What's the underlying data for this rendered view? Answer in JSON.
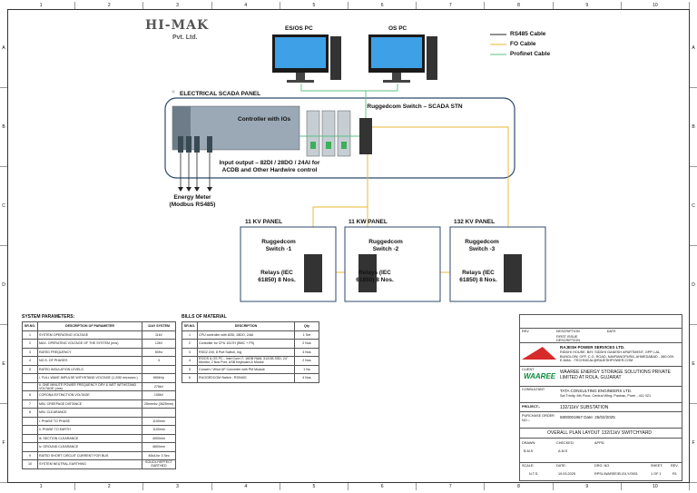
{
  "ruler": {
    "columns": [
      "1",
      "2",
      "3",
      "4",
      "5",
      "6",
      "7",
      "8",
      "9",
      "10"
    ],
    "rows": [
      "A",
      "B",
      "C",
      "D",
      "E",
      "F"
    ]
  },
  "logo": {
    "name": "HI-MAK",
    "sub": "Pvt. Ltd."
  },
  "pcs": [
    {
      "label": "ES/OS PC"
    },
    {
      "label": "OS PC"
    }
  ],
  "legend": [
    {
      "label": "RS485 Cable",
      "color": "#222222"
    },
    {
      "label": "FO Cable",
      "color": "#e8b730"
    },
    {
      "label": "Profinet Cable",
      "color": "#5cbf84"
    }
  ],
  "scada": {
    "title": "ELECTRICAL SCADA PANEL",
    "controller": "Controller with IOs",
    "switch_label": "Ruggedcom Switch – SCADA STN",
    "io_text": "Input output – 82DI / 28DO / 24AI for ACDB and Other Hardwire control",
    "energy_meter": "Energy Meter (Modbus RS485)"
  },
  "panels": [
    {
      "title": "11 KV PANEL",
      "switch": "Ruggedcom Switch -1",
      "relays": "Relays (IEC 61850) 8 Nos."
    },
    {
      "title": "11 KW PANEL",
      "switch": "Ruggedcom Switch -2",
      "relays": "Relays (IEC 61850) 8 Nos."
    },
    {
      "title": "132 KV PANEL",
      "switch": "Ruggedcom Switch -3",
      "relays": "Relays (IEC 61850) 8 Nos."
    }
  ],
  "system_params": {
    "title": "SYSTEM PARAMETERS:",
    "headers": [
      "SR.NO.",
      "DESCRIPTION OF PARAMETER",
      "11kV SYSTEM"
    ],
    "rows": [
      [
        "1",
        "SYSTEM OPERATING VOLTAGE",
        "11kV"
      ],
      [
        "2",
        "MAX. OPERATING VOLTAGE OF THE SYSTEM (rms)",
        "12kV"
      ],
      [
        "3",
        "RATED FREQUENCY",
        "50Hz"
      ],
      [
        "4",
        "NO.S. OF PHASES",
        "3"
      ],
      [
        "5",
        "RATED INSULATION LEVELS",
        ""
      ],
      [
        "",
        "i. FULL WAVE IMPULSE WITHSTAND VOLTAGE (1.2/50 microsec.)",
        "650kVp"
      ],
      [
        "",
        "ii. ONE MINUTE POWER FREQUENCY DRY & WET WITHSTAND VOLTAGE (rms)",
        "275kV"
      ],
      [
        "6",
        "CORONA EXTINCTION VOLTAGE",
        "105kV"
      ],
      [
        "7",
        "MIN. CREEPAGE DISTANCE",
        "25mm/kv (3625mm)"
      ],
      [
        "8",
        "MIN. CLEARANCE",
        ""
      ],
      [
        "",
        "i. PHASE TO PHASE",
        "1100mm"
      ],
      [
        "",
        "ii. PHASE TO EARTH",
        "1100mm"
      ],
      [
        "",
        "iii. SECTION CLEARANCE",
        "4000mm"
      ],
      [
        "",
        "iv. GROUND CLEARANCE",
        "4600mm"
      ],
      [
        "9",
        "RATED SHORT CIRCUIT CURRENT FOR BUS",
        "40kA for 3 Sec"
      ],
      [
        "10",
        "SYSTEM NEUTRAL EARTHING",
        "SOLIDLY/EFFECT EARTHED"
      ]
    ]
  },
  "bom": {
    "title": "BILLS OF MATERIAL",
    "headers": [
      "SR.NO.",
      "DESCRIPTION",
      "Qty"
    ],
    "rows": [
      [
        "1",
        "CPU controller with 82DI, 28DO, 24AI",
        "1 Set"
      ],
      [
        "2",
        "Controller for CPU 1517H (BMC + PS)",
        "2 Nos"
      ],
      [
        "3",
        "RSG2 24V, 8 Port Switch, mg",
        "4 Nos"
      ],
      [
        "4",
        "ES/OS & OS PC - Intel Core i7, 16GB RAM, 512GB SSD, 24\" Monitor, 2 Nos Port, USB Keyboard & Mouse",
        "2 Nos"
      ],
      [
        "5",
        "Concert / Wind UF Converter with PM Module",
        "1 No"
      ],
      [
        "6",
        "RUGGEDCOM Switch - RS940G",
        "4 Nos"
      ]
    ]
  },
  "title_block": {
    "rev_header": [
      "REV",
      "DESCRIPTION",
      "DATE"
    ],
    "rev_rows": [
      [
        "",
        "FIRST ISSUE",
        ""
      ],
      [
        "",
        "DESCRIPTION",
        ""
      ]
    ],
    "client_label": "CLIENT",
    "contractor": "RAJESH POWER SERVICES LTD.",
    "contractor_address": "RIDDHI HOUSE, B/H. SIDDHI GANESH APARTMENT, OPP. LAL BUNGLOW, OFF. C.G. ROAD, NAVRANGPURA, AHMEDABAD - 380 009. E-MAIL : TECHNICAL@RAJESHPOWER.COM",
    "client": "WAAREE ENERGY STORAGE SOLUTIONS PRIVATE LIMITED AT ROLA, GUJARAT",
    "client_logo": "WAAREE",
    "consultant_label": "CONSULTANT",
    "consultant": "TATA CONSULTING ENGINEERS LTD.",
    "consultant_address": "Sai Trinity, 6th Floor, Central Wing, Pashan, Pune - 411 021",
    "project_label": "PROJECT:-",
    "project": "132/11kV SUBSTATION",
    "purchase_label": "PURCHASE ORDER NO.:-",
    "purchase": "5800001867 Date: 25/02/2025",
    "drawing_title": "OVERALL PLAN LAYOUT 132/11kV SWITCHYARD",
    "drawn_label": "DRAWN:",
    "drawn": "B.M.S",
    "checked_label": "CHECKED:",
    "checked": "A.M.S",
    "approved_label": "APPD:",
    "scale_label": "SCALE:",
    "scale": "N.T.S.",
    "date_label": "DATE:",
    "date": "19.03.2025",
    "dwg_label": "DRG. NO.",
    "dwg": "RPSL/WAREE/ELE/LY/0001",
    "sheet_label": "SHEET:",
    "sheet": "1 OF 1",
    "rev_label": "REV.",
    "rev": "R1"
  }
}
